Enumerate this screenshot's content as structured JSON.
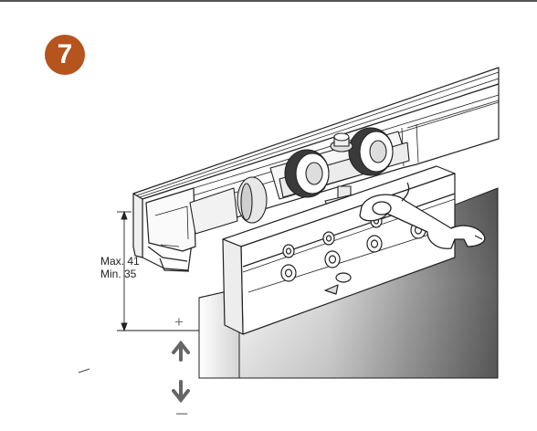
{
  "step": {
    "number": "7",
    "color": "#b5541c"
  },
  "dimension": {
    "max_label": "Max. 41",
    "min_label": "Min. 35"
  },
  "adjust": {
    "plus": "+",
    "minus": "–"
  },
  "icons": {
    "up": "arrow-up-icon",
    "down": "arrow-down-icon"
  },
  "colors": {
    "line": "#222222",
    "door_light": "#f4f4f4",
    "door_dark": "#6a6a6a",
    "arrow": "#666666"
  }
}
